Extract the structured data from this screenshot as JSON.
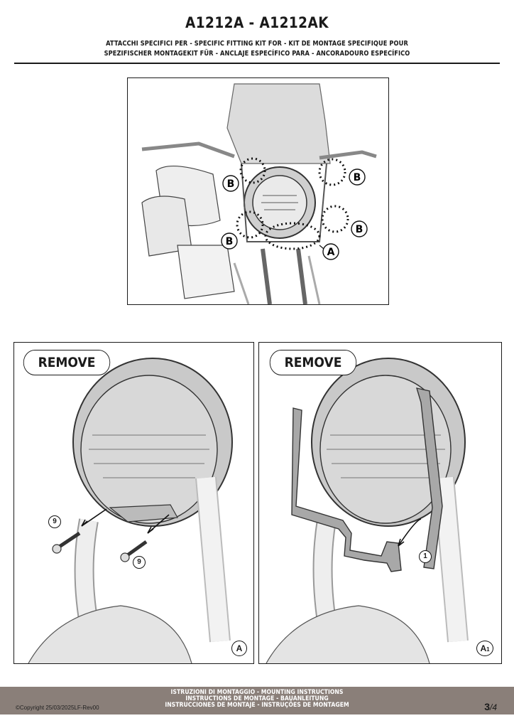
{
  "header": {
    "title": "A1212A - A1212AK",
    "subtitle_line1": "ATTACCHI SPECIFICI PER  -  SPECIFIC FITTING KIT FOR  -  KIT DE MONTAGE SPECIFIQUE POUR",
    "subtitle_line2": "SPEZIFISCHER MONTAGEKIT FÜR  -  ANCLAJE ESPECÍFICO PARA - ANCORADOURO ESPECÍFICO"
  },
  "overview_figure": {
    "callouts": [
      "B",
      "B",
      "B",
      "B",
      "A"
    ]
  },
  "step_left": {
    "action_label": "REMOVE",
    "part_callouts": [
      "9",
      "9"
    ],
    "step_letter": "A"
  },
  "step_right": {
    "action_label": "REMOVE",
    "part_callouts": [
      "1"
    ],
    "step_letter": "A",
    "step_sub": "1"
  },
  "footer": {
    "line1": "ISTRUZIONI DI MONTAGGIO  -  MOUNTING INSTRUCTIONS",
    "line2": "INSTRUCTIONS DE MONTAGE - BAUANLEITUNG",
    "line3": "INSTRUCCIONES DE MONTAJE - INSTRUÇÕES DE MONTAGEM",
    "copyright": "©Copyright 25/03/2025LF-Rev00",
    "page_current": "3",
    "page_total": "/4"
  },
  "colors": {
    "footer_band": "#8a7f79",
    "ink": "#1a1a1a"
  }
}
